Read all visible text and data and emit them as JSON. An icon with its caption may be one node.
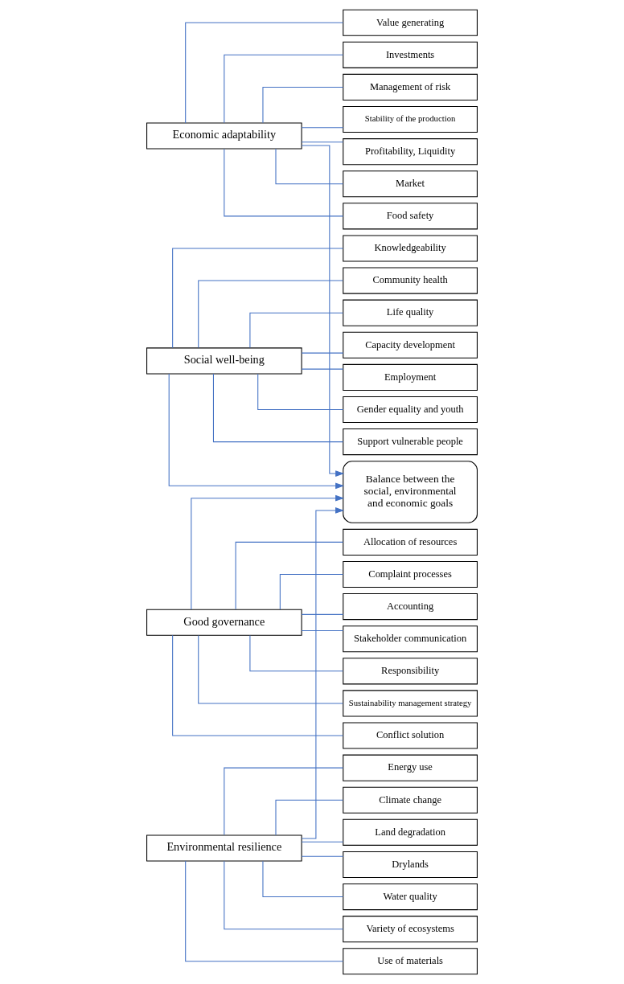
{
  "diagram": {
    "nodes": [
      {
        "text": [
          "Economic adaptability"
        ]
      },
      {
        "text": [
          "Stability of the production"
        ]
      },
      {
        "text": [
          "Profitability, Liquidity"
        ]
      },
      {
        "text": [
          "Market"
        ]
      },
      {
        "text": [
          "Food safety"
        ]
      },
      {
        "text": [
          "Value generating"
        ]
      },
      {
        "text": [
          "Investments"
        ]
      },
      {
        "text": [
          "Management of risk"
        ]
      },
      {
        "text": [
          "Social well-being"
        ]
      },
      {
        "text": [
          "Capacity development"
        ]
      },
      {
        "text": [
          "Employment"
        ]
      },
      {
        "text": [
          "Gender equality and youth"
        ]
      },
      {
        "text": [
          "Support vulnerable people"
        ]
      },
      {
        "text": [
          "Knowledgeability"
        ]
      },
      {
        "text": [
          "Community health"
        ]
      },
      {
        "text": [
          "Life quality"
        ]
      },
      {
        "text": [
          "Balance between the social, environmental and economic goals"
        ]
      },
      {
        "text": [
          "Stakeholder communication"
        ]
      },
      {
        "text": [
          "Responsibility"
        ]
      },
      {
        "text": [
          "Sustainability management strategy"
        ]
      },
      {
        "text": [
          "Conflict solution"
        ]
      },
      {
        "text": [
          "Allocation of resources"
        ]
      },
      {
        "text": [
          "Complaint processes"
        ]
      },
      {
        "text": [
          "Accounting"
        ]
      },
      {
        "text": [
          "Good governance"
        ]
      },
      {
        "text": [
          "Drylands"
        ]
      },
      {
        "text": [
          "Water quality"
        ]
      },
      {
        "text": [
          "Variety of ecosystems"
        ]
      },
      {
        "text": [
          "Use of materials"
        ]
      },
      {
        "text": [
          "Energy use"
        ]
      },
      {
        "text": [
          "Climate change"
        ]
      },
      {
        "text": [
          "Land degradation"
        ]
      },
      {
        "text": [
          "Environmental resilience"
        ]
      }
    ],
    "edges": [
      {
        "from": 0,
        "to": 1,
        "arrow": "none"
      },
      {
        "from": 0,
        "to": 2,
        "arrow": "none"
      },
      {
        "from": 0,
        "to": 3,
        "arrow": "none"
      },
      {
        "from": 0,
        "to": 4,
        "arrow": "none"
      },
      {
        "from": 0,
        "to": 5,
        "arrow": "none"
      },
      {
        "from": 0,
        "to": 6,
        "arrow": "none"
      },
      {
        "from": 0,
        "to": 7,
        "arrow": "none"
      },
      {
        "from": 8,
        "to": 9,
        "arrow": "none"
      },
      {
        "from": 8,
        "to": 10,
        "arrow": "none"
      },
      {
        "from": 8,
        "to": 11,
        "arrow": "none"
      },
      {
        "from": 8,
        "to": 12,
        "arrow": "none"
      },
      {
        "from": 8,
        "to": 13,
        "arrow": "none"
      },
      {
        "from": 8,
        "to": 14,
        "arrow": "none"
      },
      {
        "from": 8,
        "to": 15,
        "arrow": "none"
      },
      {
        "from": 0,
        "to": 16,
        "arrow": "to"
      },
      {
        "from": 8,
        "to": 16,
        "arrow": "to"
      },
      {
        "from": 24,
        "to": 16,
        "arrow": "to"
      },
      {
        "from": 32,
        "to": 16,
        "arrow": "to"
      },
      {
        "from": 24,
        "to": 17,
        "arrow": "none"
      },
      {
        "from": 24,
        "to": 18,
        "arrow": "none"
      },
      {
        "from": 24,
        "to": 19,
        "arrow": "none"
      },
      {
        "from": 24,
        "to": 20,
        "arrow": "none"
      },
      {
        "from": 24,
        "to": 21,
        "arrow": "none"
      },
      {
        "from": 24,
        "to": 22,
        "arrow": "none"
      },
      {
        "from": 24,
        "to": 23,
        "arrow": "none"
      },
      {
        "from": 32,
        "to": 25,
        "arrow": "none"
      },
      {
        "from": 32,
        "to": 26,
        "arrow": "none"
      },
      {
        "from": 32,
        "to": 27,
        "arrow": "none"
      },
      {
        "from": 32,
        "to": 28,
        "arrow": "none"
      },
      {
        "from": 32,
        "to": 29,
        "arrow": "none"
      },
      {
        "from": 32,
        "to": 30,
        "arrow": "none"
      },
      {
        "from": 32,
        "to": 31,
        "arrow": "none"
      }
    ]
  }
}
